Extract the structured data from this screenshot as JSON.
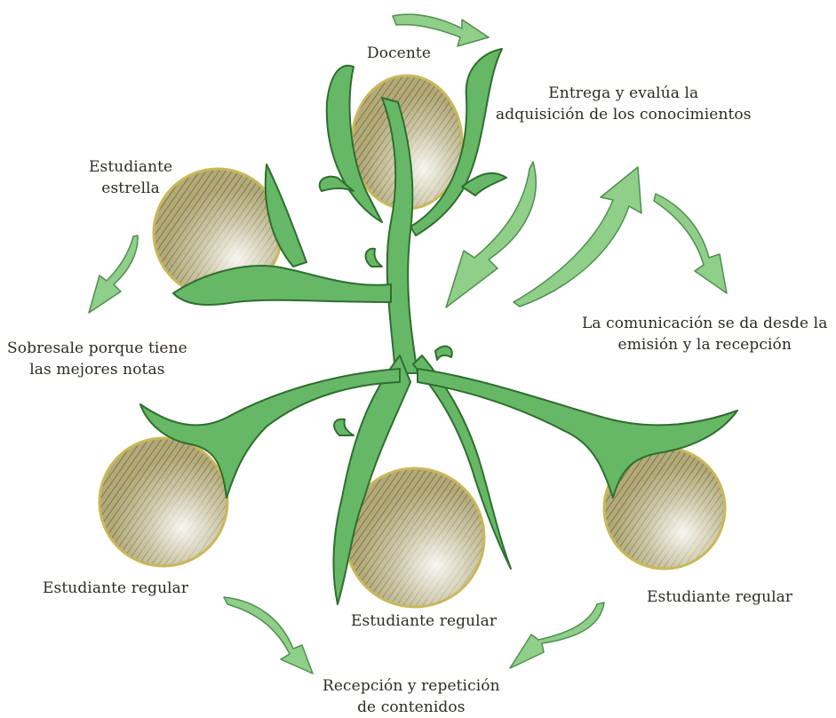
{
  "labels": {
    "docente": "Docente",
    "entrega": [
      "Entrega y evalúa la",
      "adquisición de los conocimientos"
    ],
    "estrella": [
      "Estudiante",
      "estrella"
    ],
    "sobresale": [
      "Sobresale porque tiene",
      "las mejores notas"
    ],
    "comunicacion": [
      "La comunicación se da desde la",
      "emisión y la recepción"
    ],
    "regular_left": "Estudiante regular",
    "regular_center": "Estudiante regular",
    "regular_right": "Estudiante regular",
    "recepcion": [
      "Recepción y repetición",
      "de contenidos"
    ]
  },
  "colors": {
    "arrow_fill": "#8fcf8a",
    "arrow_stroke": "#4f8f4f",
    "leaf_fill": "#66b866",
    "leaf_stroke": "#2f6e2f",
    "seed_fill": "#a89f6a",
    "seed_rim": "#c9b85a",
    "text": "#2f2a24"
  }
}
